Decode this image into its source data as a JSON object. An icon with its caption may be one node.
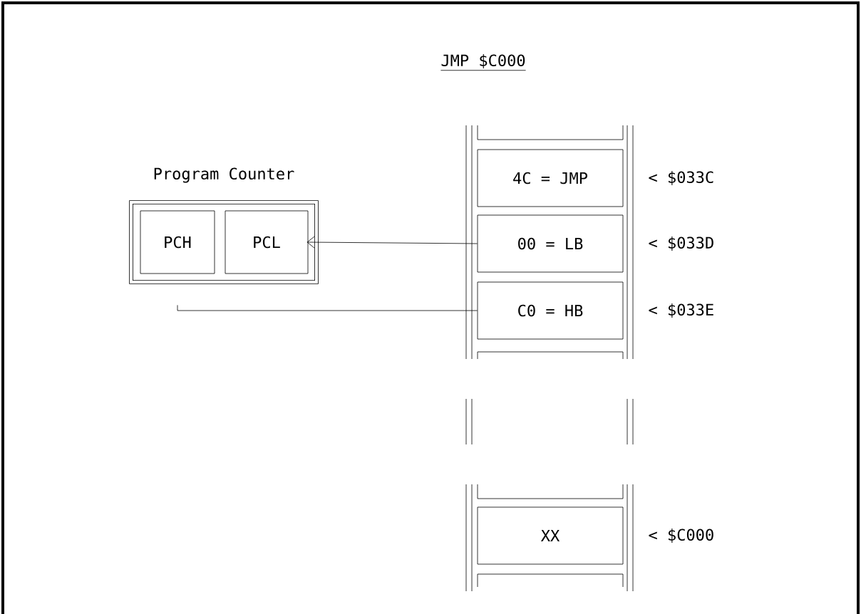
{
  "diagram": {
    "title": "JMP $C000",
    "nodes": [
      {
        "text": [
          "Program Counter"
        ]
      },
      {
        "text": [
          "PCH"
        ],
        "in": 0
      },
      {
        "text": [
          "PCL"
        ],
        "in": 0
      },
      {
        "text": [
          "4C = JMP"
        ],
        "beside": [
          "< $033C"
        ]
      },
      {
        "text": [
          "00 = LB"
        ],
        "beside": [
          "< $033D"
        ]
      },
      {
        "text": [
          "C0 = HB"
        ],
        "beside": [
          "< $033E"
        ]
      },
      {
        "text": [
          "XX"
        ],
        "beside": [
          "< $C000"
        ]
      }
    ],
    "edges": [
      {
        "from": 4,
        "to": 2,
        "arrow": "to"
      },
      {
        "from": 5,
        "to": 1,
        "arrow": "none"
      }
    ]
  }
}
